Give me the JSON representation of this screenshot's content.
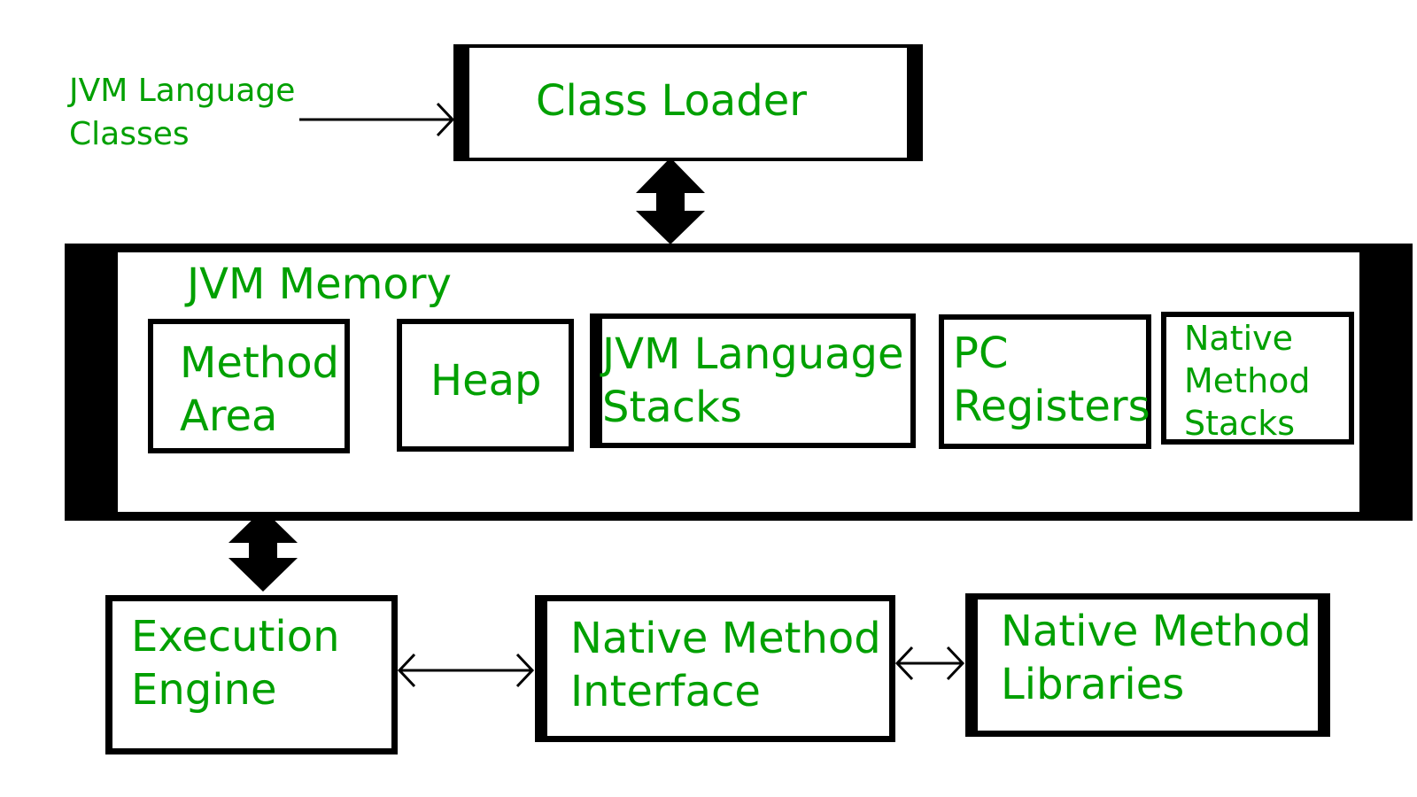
{
  "input_label": [
    "JVM Language",
    "Classes"
  ],
  "class_loader": {
    "label": "Class Loader"
  },
  "jvm_memory": {
    "title": "JVM Memory",
    "areas": [
      {
        "lines": [
          "Method",
          "Area"
        ]
      },
      {
        "lines": [
          "Heap"
        ]
      },
      {
        "lines": [
          "JVM Language",
          "Stacks"
        ]
      },
      {
        "lines": [
          "PC",
          "Registers"
        ]
      },
      {
        "lines": [
          "Native",
          "Method",
          "Stacks"
        ]
      }
    ]
  },
  "execution_engine": {
    "lines": [
      "Execution",
      "Engine"
    ]
  },
  "native_method_interface": {
    "lines": [
      "Native Method",
      "Interface"
    ]
  },
  "native_method_libraries": {
    "lines": [
      "Native Method",
      "Libraries"
    ]
  },
  "colors": {
    "text": "#00a000",
    "border": "#000000",
    "background": "#ffffff"
  }
}
